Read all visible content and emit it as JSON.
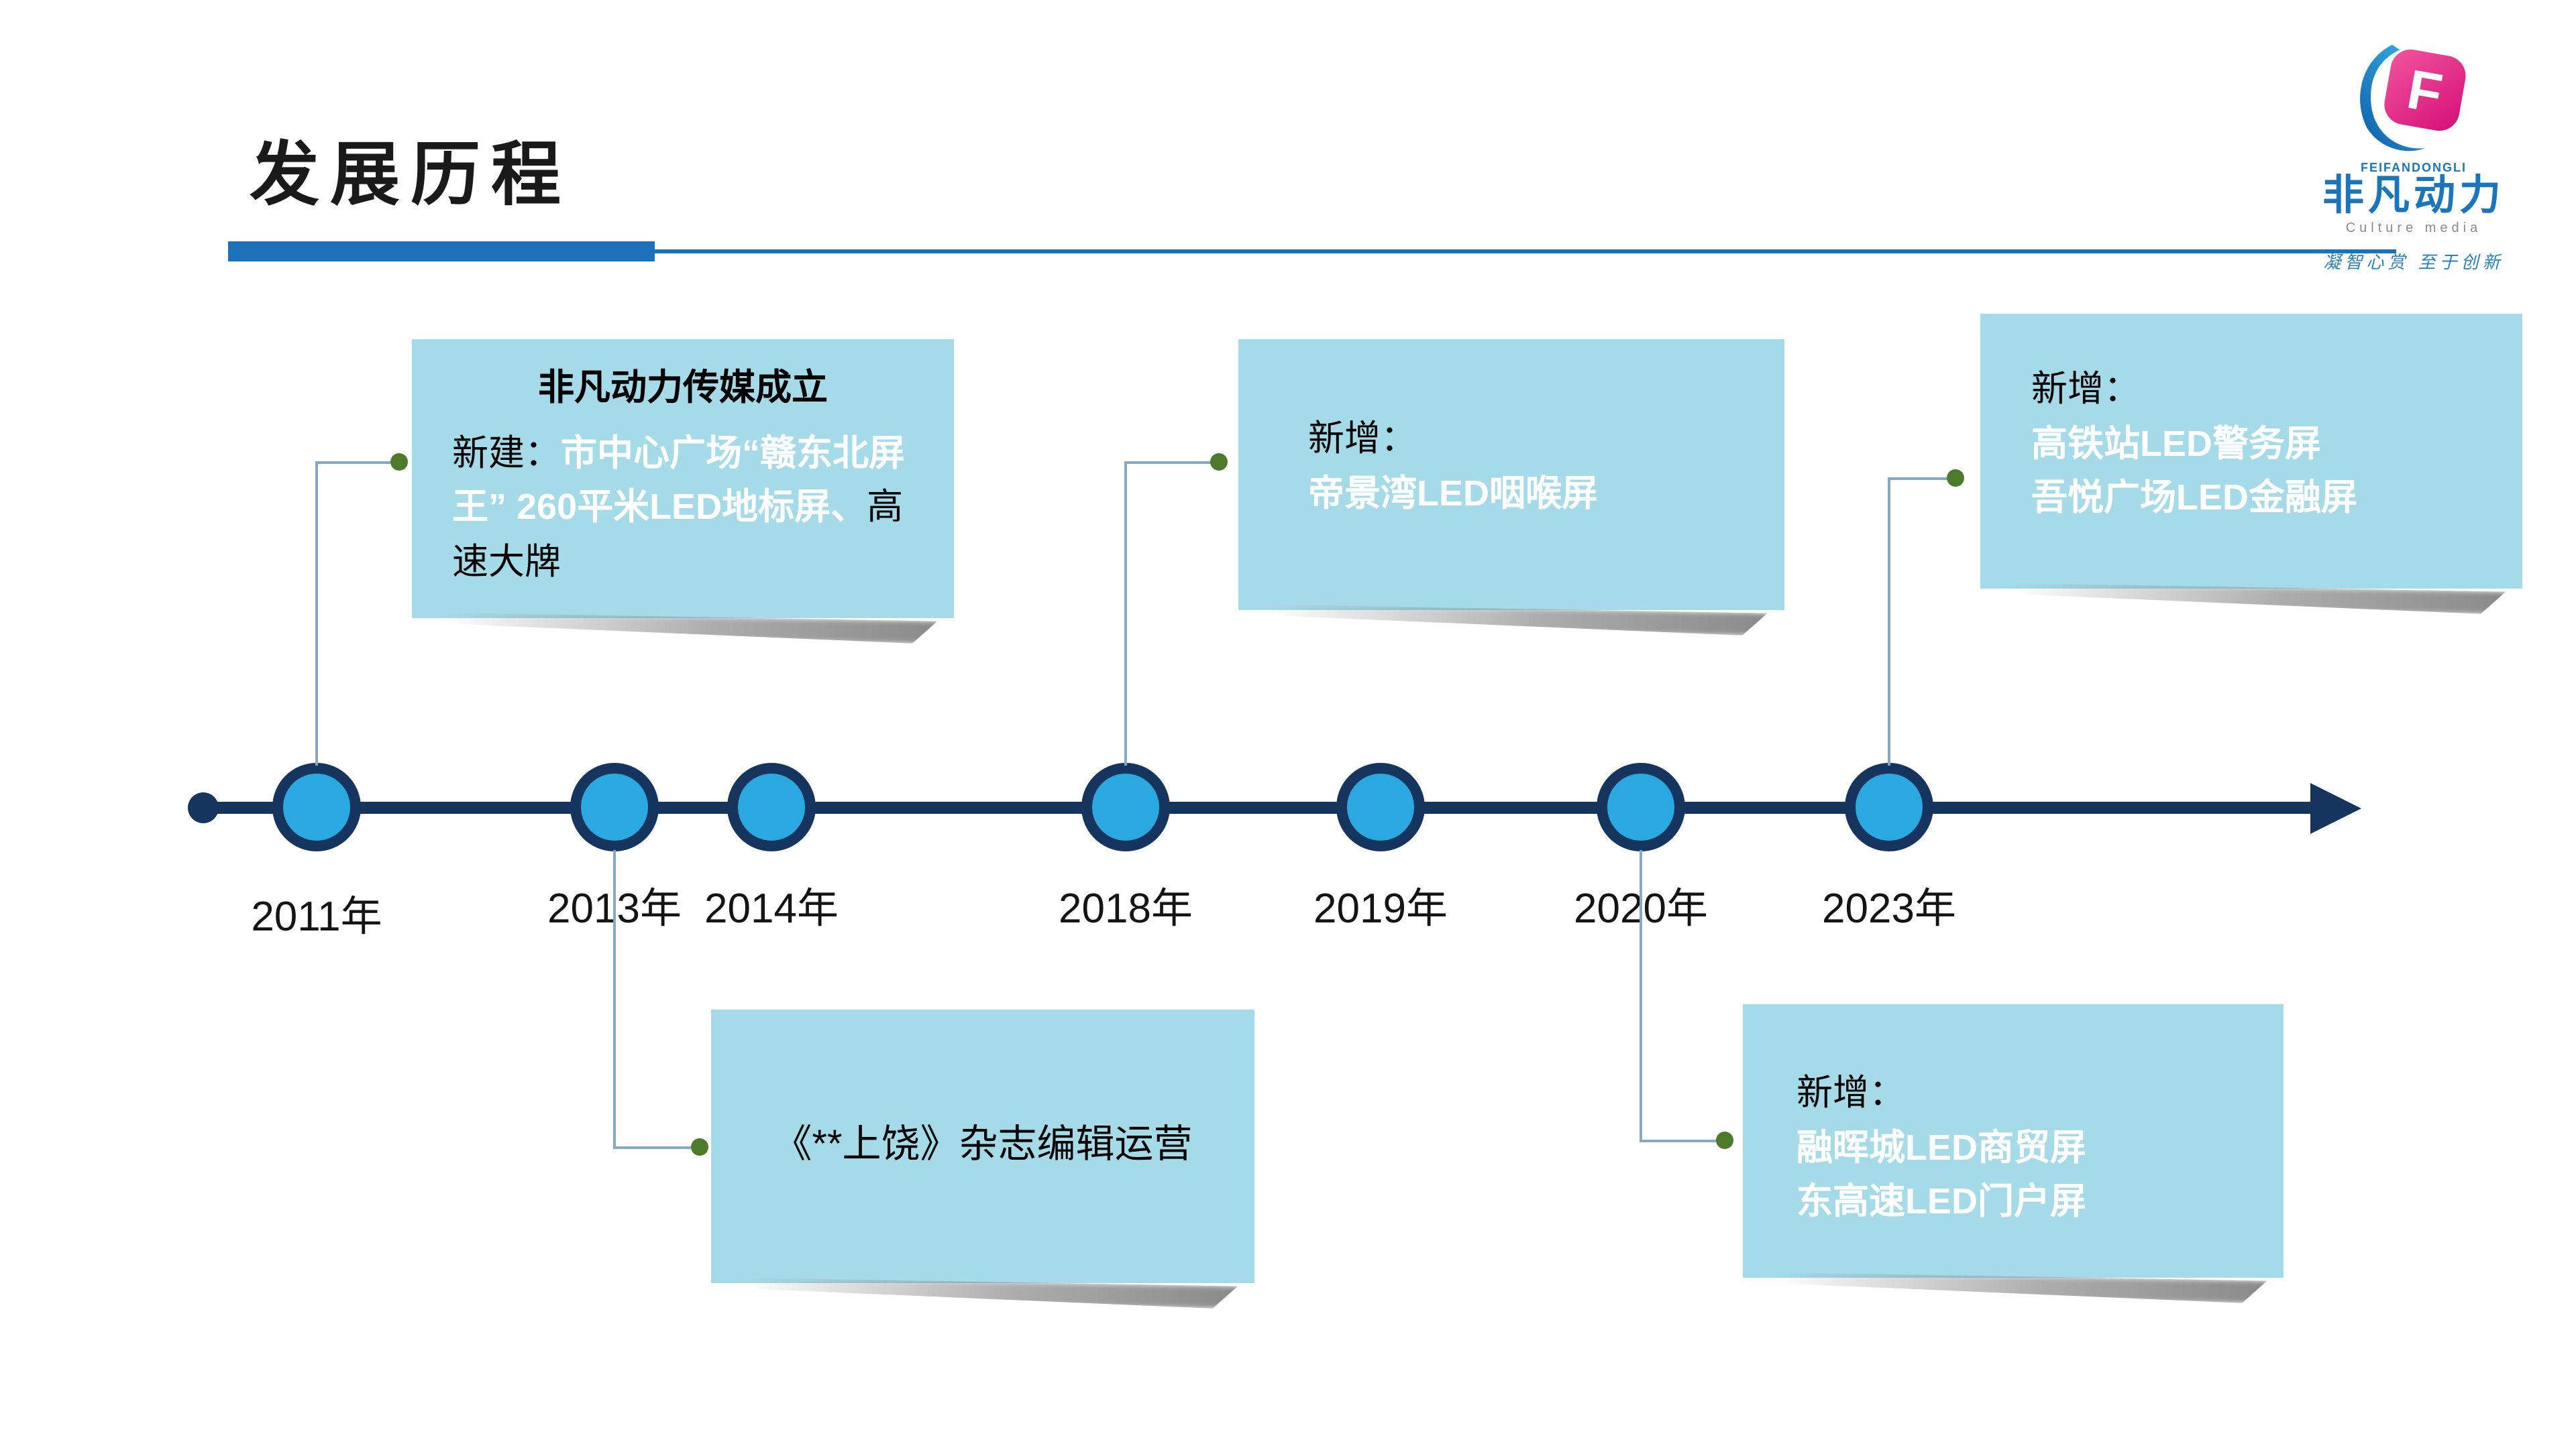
{
  "page": {
    "title": "发展历程"
  },
  "logo": {
    "letter": "F",
    "brand_en": "FEIFANDONGLI",
    "brand_cn": "非凡动力",
    "tagline": "Culture media",
    "slogan": "凝智心赏 至于创新"
  },
  "timeline": {
    "years": [
      "2011年",
      "2013年",
      "2014年",
      "2018年",
      "2019年",
      "2020年",
      "2023年"
    ]
  },
  "callouts": {
    "c2011": {
      "title": "非凡动力传媒成立",
      "prefix": "新建：",
      "highlight": "市中心广场“赣东北屏王” 260平米LED地标屏、",
      "suffix": "高速大牌"
    },
    "c2018": {
      "prefix": "新增：",
      "line1": "帝景湾LED咽喉屏"
    },
    "c2023": {
      "prefix": "新增：",
      "line1": "高铁站LED警务屏",
      "line2": "吾悦广场LED金融屏"
    },
    "c2013": {
      "text": "《**上饶》杂志编辑运营"
    },
    "c2020": {
      "prefix": "新增：",
      "line1": "融晖城LED商贸屏",
      "line2": "东高速LED门户屏"
    }
  },
  "colors": {
    "timeline_navy": "#15355E",
    "node_fill": "#29A9E0",
    "box_fill": "#A5DBE8",
    "accent_blue": "#1D71B8",
    "connector_dot_green": "#4E7A2B",
    "brand_pink": "#D40F77",
    "brand_blue": "#1B75BB"
  }
}
